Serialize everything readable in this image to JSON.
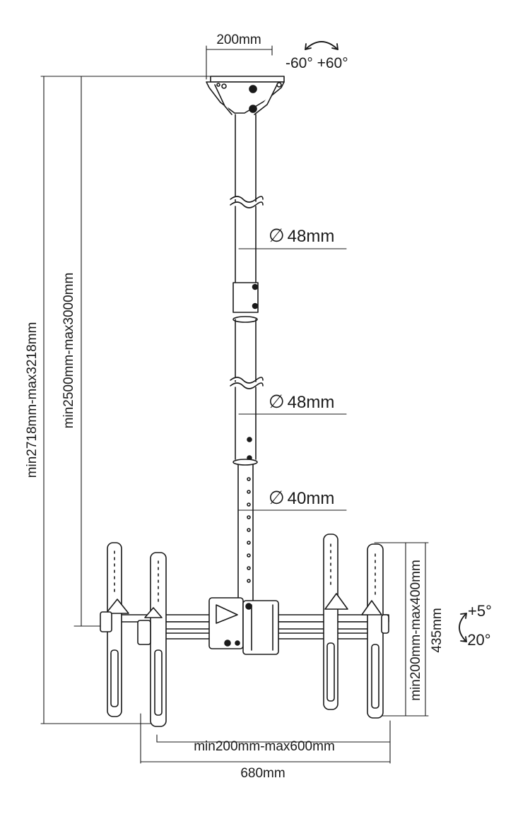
{
  "dims": {
    "ceiling_plate_width": "200mm",
    "swivel_range": "-60° +60°",
    "total_height": "min2718mm-max3218mm",
    "pole_length": "min2500mm-max3000mm",
    "pole_upper_diameter": "48mm",
    "pole_middle_diameter": "48mm",
    "pole_lower_diameter": "40mm",
    "diameter_symbol": "∅",
    "bracket_vesa_height": "min200mm-max400mm",
    "bracket_height": "435mm",
    "tilt_up": "+5°",
    "tilt_down": "-20°",
    "bracket_vesa_width": "min200mm-max600mm",
    "overall_width": "680mm"
  },
  "colors": {
    "line": "#1a1a1a",
    "fill": "#ffffff",
    "shade": "#cfcfcf"
  }
}
